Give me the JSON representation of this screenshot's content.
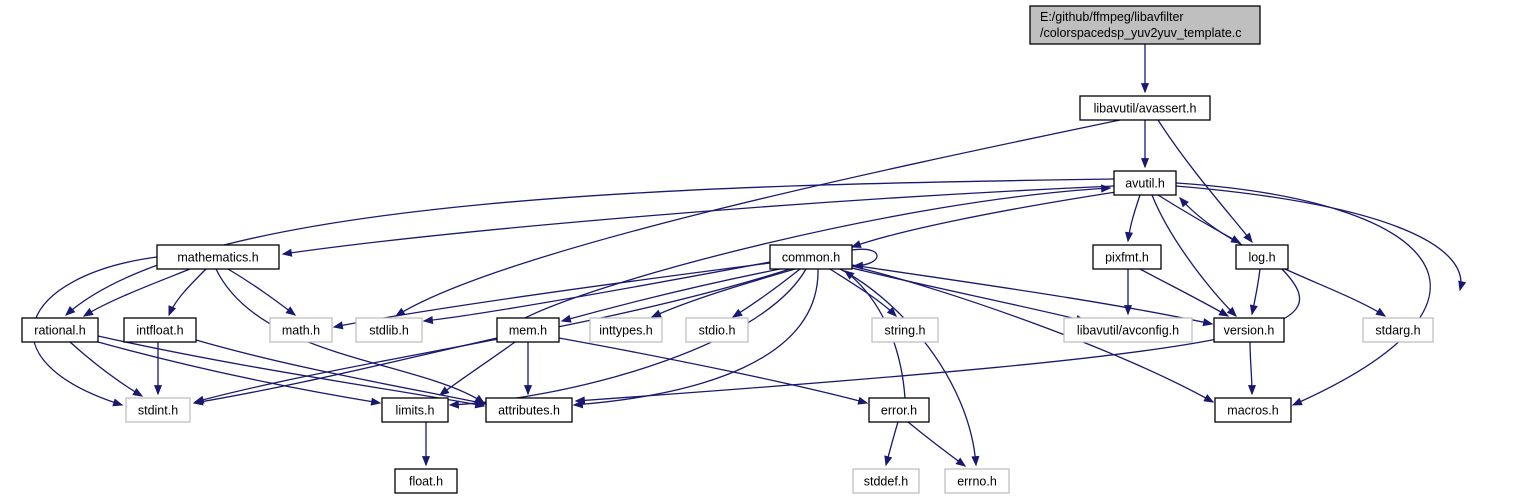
{
  "diagram": {
    "root": {
      "line1": "E:/github/ffmpeg/libavfilter",
      "line2": "/colorspacedsp_yuv2yuv_template.c"
    },
    "nodes": {
      "avassert": "libavutil/avassert.h",
      "avutil": "avutil.h",
      "mathematics": "mathematics.h",
      "common": "common.h",
      "pixfmt": "pixfmt.h",
      "log": "log.h",
      "rational": "rational.h",
      "intfloat": "intfloat.h",
      "math": "math.h",
      "stdlib": "stdlib.h",
      "mem": "mem.h",
      "inttypes": "inttypes.h",
      "stdio": "stdio.h",
      "string": "string.h",
      "avconfig": "libavutil/avconfig.h",
      "version": "version.h",
      "stdarg": "stdarg.h",
      "stdint": "stdint.h",
      "limits": "limits.h",
      "attributes": "attributes.h",
      "error": "error.h",
      "macros": "macros.h",
      "float": "float.h",
      "stddef": "stddef.h",
      "errno": "errno.h"
    },
    "external_nodes": [
      "math",
      "stdlib",
      "inttypes",
      "stdio",
      "string",
      "avconfig",
      "stdarg",
      "stdint",
      "stddef",
      "errno"
    ],
    "edges": [
      [
        "root",
        "avassert"
      ],
      [
        "avassert",
        "avutil"
      ],
      [
        "avassert",
        "stdlib"
      ],
      [
        "avassert",
        "log"
      ],
      [
        "avutil",
        "mathematics"
      ],
      [
        "avutil",
        "rational"
      ],
      [
        "avutil",
        "common"
      ],
      [
        "avutil",
        "pixfmt"
      ],
      [
        "avutil",
        "log"
      ],
      [
        "avutil",
        "version"
      ],
      [
        "avutil",
        "error"
      ],
      [
        "avutil",
        "macros"
      ],
      [
        "mathematics",
        "rational"
      ],
      [
        "mathematics",
        "intfloat"
      ],
      [
        "mathematics",
        "math"
      ],
      [
        "mathematics",
        "stdint"
      ],
      [
        "mathematics",
        "attributes"
      ],
      [
        "common",
        "common"
      ],
      [
        "common",
        "math"
      ],
      [
        "common",
        "stdlib"
      ],
      [
        "common",
        "mem"
      ],
      [
        "common",
        "inttypes"
      ],
      [
        "common",
        "stdio"
      ],
      [
        "common",
        "string"
      ],
      [
        "common",
        "avconfig"
      ],
      [
        "common",
        "version"
      ],
      [
        "common",
        "stdint"
      ],
      [
        "common",
        "limits"
      ],
      [
        "common",
        "attributes"
      ],
      [
        "common",
        "errno"
      ],
      [
        "common",
        "macros"
      ],
      [
        "pixfmt",
        "avconfig"
      ],
      [
        "pixfmt",
        "version"
      ],
      [
        "log",
        "avutil"
      ],
      [
        "log",
        "version"
      ],
      [
        "log",
        "stdarg"
      ],
      [
        "log",
        "attributes"
      ],
      [
        "rational",
        "stdint"
      ],
      [
        "rational",
        "limits"
      ],
      [
        "rational",
        "attributes"
      ],
      [
        "intfloat",
        "stdint"
      ],
      [
        "intfloat",
        "attributes"
      ],
      [
        "mem",
        "avutil"
      ],
      [
        "mem",
        "stdint"
      ],
      [
        "mem",
        "limits"
      ],
      [
        "mem",
        "attributes"
      ],
      [
        "mem",
        "error"
      ],
      [
        "version",
        "macros"
      ],
      [
        "limits",
        "float"
      ],
      [
        "error",
        "errno"
      ],
      [
        "error",
        "stddef"
      ],
      [
        "error",
        "common"
      ]
    ]
  }
}
